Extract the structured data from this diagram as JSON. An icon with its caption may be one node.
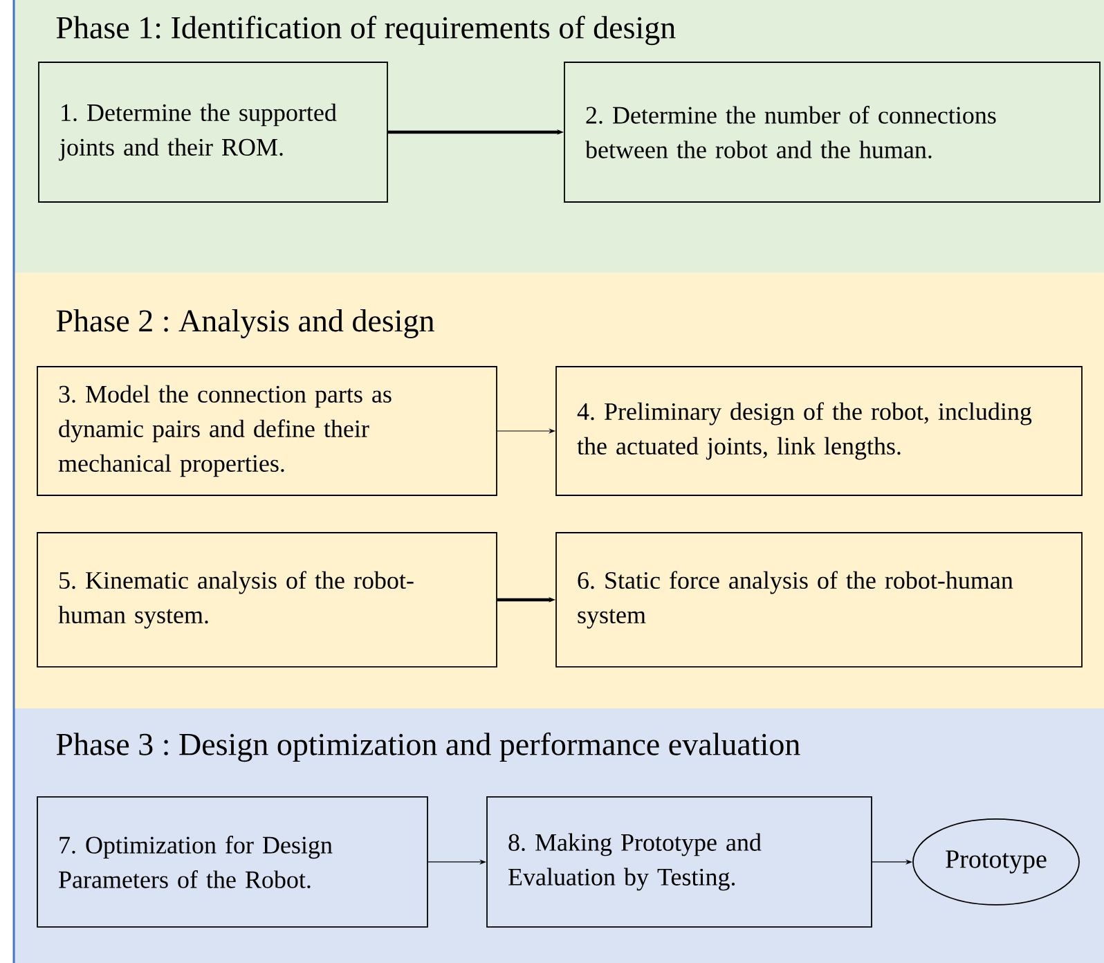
{
  "diagram": {
    "nodes": [
      {
        "text": [
          "Phase 1: Identification of requirements of design"
        ]
      },
      {
        "text": [
          "1. Determine the supported joints and their ROM."
        ],
        "in": 0
      },
      {
        "text": [
          "2. Determine the number of connections between the robot and the human."
        ],
        "in": 0
      },
      {
        "text": [
          "Phase 2 : Analysis and design"
        ]
      },
      {
        "text": [
          "3. Model the connection parts as dynamic pairs and define their mechanical properties."
        ],
        "in": 3
      },
      {
        "text": [
          "4. Preliminary design of the robot, including the actuated joints, link lengths."
        ],
        "in": 3
      },
      {
        "text": [
          "5. Kinematic analysis of the robot-human system."
        ],
        "in": 3
      },
      {
        "text": [
          "6. Static force analysis of the robot-human system"
        ],
        "in": 3
      },
      {
        "text": [
          "Phase 3 : Design optimization and performance evaluation"
        ]
      },
      {
        "text": [
          "7. Optimization for Design Parameters of the Robot."
        ],
        "in": 8
      },
      {
        "text": [
          "8. Making Prototype and Evaluation by Testing."
        ],
        "in": 8
      },
      {
        "text": [
          "Prototype"
        ],
        "in": 8
      }
    ],
    "edges": [
      {
        "from": 1,
        "to": 2,
        "arrow": "to",
        "style": "thick"
      },
      {
        "from": 4,
        "to": 5,
        "arrow": "to"
      },
      {
        "from": 6,
        "to": 7,
        "arrow": "to",
        "style": "thick"
      },
      {
        "from": 9,
        "to": 10,
        "arrow": "to"
      },
      {
        "from": 10,
        "to": 11,
        "arrow": "to"
      }
    ]
  }
}
